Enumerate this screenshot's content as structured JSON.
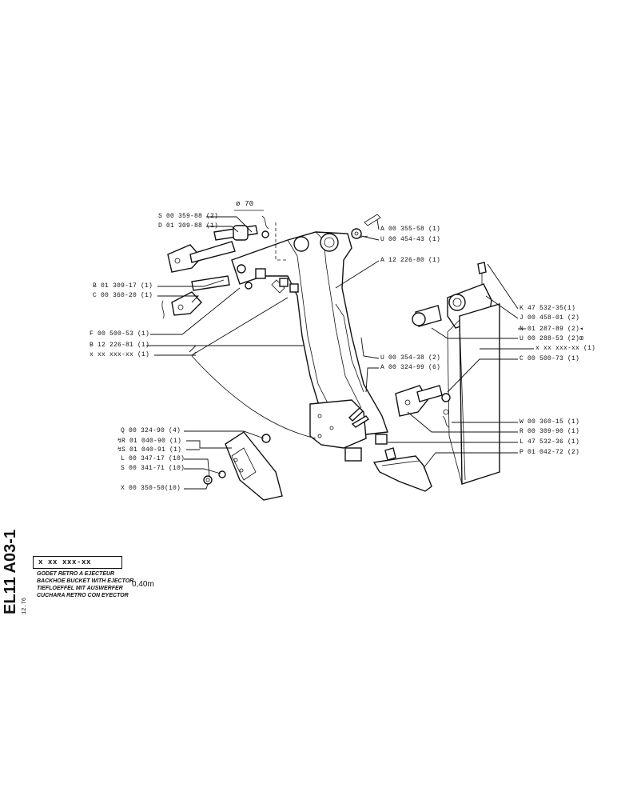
{
  "document": {
    "code": "EL11 A03-1",
    "date": "12.76",
    "part_number_box": "x xx xxx-xx",
    "titles": [
      "GODET RETRO A EJECTEUR",
      "BACKHOE BUCKET WITH EJECTOR",
      "TIEFLOEFFEL MIT AUSWERFER",
      "CUCHARA RETRO CON EYECTOR"
    ],
    "capacity": "0,40m"
  },
  "dimension_label": "ø 70",
  "labels_left": [
    {
      "id": "s-00-359-88",
      "text": "S 00 359-88 (2)"
    },
    {
      "id": "d-01-309-88",
      "text": "D 01 309-88 (1)"
    },
    {
      "id": "b-01-309-17",
      "text": "B 01 309-17 (1)"
    },
    {
      "id": "c-00-360-20",
      "text": "C 00 360-20 (1)"
    },
    {
      "id": "f-00-500-53",
      "text": "F 00 500-53 (1)"
    },
    {
      "id": "b-12-226-81",
      "text": "B 12 226-81 (1)"
    },
    {
      "id": "x-xx-xxx-xx-left",
      "text": "x xx xxx-xx (1)"
    },
    {
      "id": "q-00-324-90",
      "text": "Q 00 324-90 (4)"
    },
    {
      "id": "r-01-040-90",
      "text": "↯R 01 040-90 (1)"
    },
    {
      "id": "s-01-040-91",
      "text": "↯S 01 040-91 (1)"
    },
    {
      "id": "l-00-347-17",
      "text": "L 00 347-17 (10)"
    },
    {
      "id": "s-00-341-71",
      "text": "S 00 341-71 (10)"
    },
    {
      "id": "x-00-350-50",
      "text": "X 00 350-50(10)"
    }
  ],
  "labels_center": [
    {
      "id": "a-00-355-58",
      "text": "A 00 355-58 (1)"
    },
    {
      "id": "u-00-454-43",
      "text": "U 00 454-43 (1)"
    },
    {
      "id": "a-12-226-80",
      "text": "A 12 226-80 (1)"
    },
    {
      "id": "u-00-354-38",
      "text": "U 00 354-38 (2)"
    },
    {
      "id": "a-00-324-99",
      "text": "A 00 324-99 (6)"
    }
  ],
  "labels_right": [
    {
      "id": "k-47-532-35",
      "text": "K 47 532-35(1)"
    },
    {
      "id": "j-00-458-01",
      "text": "J 00 458-01 (2)"
    },
    {
      "id": "n-01-287-89",
      "text": "N 01 287-89 (2)◂"
    },
    {
      "id": "u-00-288-53",
      "text": "U 00 288-53 (2)⊞"
    },
    {
      "id": "x-xx-xxx-xx-right",
      "text": "x xx xxx-xx (1)"
    },
    {
      "id": "c-00-500-73",
      "text": "C 00 500-73 (1)"
    },
    {
      "id": "w-00-360-15",
      "text": "W 00 360-15 (1)"
    },
    {
      "id": "r-00-309-90",
      "text": "R 00 309-90 (1)"
    },
    {
      "id": "l-47-532-36",
      "text": "L 47 532-36 (1)"
    },
    {
      "id": "p-01-042-72",
      "text": "P 01 042-72 (2)"
    }
  ]
}
